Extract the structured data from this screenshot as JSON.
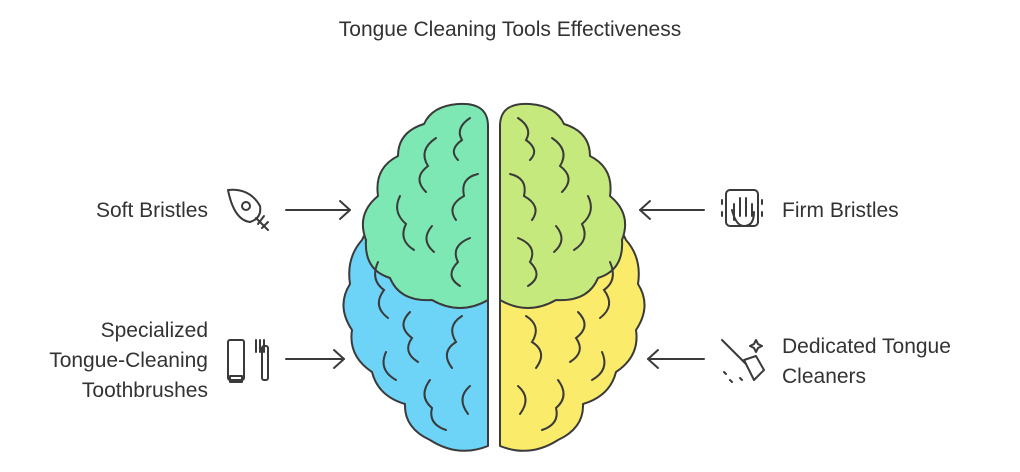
{
  "title": "Tongue Cleaning Tools Effectiveness",
  "items": [
    {
      "label": "Soft Bristles",
      "icon": "feather-icon",
      "quadrant": "top-left",
      "color": "#7EE8B4"
    },
    {
      "label": "Firm Bristles",
      "icon": "scrub-hand-icon",
      "quadrant": "top-right",
      "color": "#C5E97C"
    },
    {
      "label": "Specialized\nTongue-Cleaning\nToothbrushes",
      "icon": "toothpaste-toothbrush-icon",
      "quadrant": "bottom-left",
      "color": "#6DD3F7"
    },
    {
      "label": "Dedicated Tongue\nCleaners",
      "icon": "broom-icon",
      "quadrant": "bottom-right",
      "color": "#FBEB6B"
    }
  ],
  "colors": {
    "stroke": "#3a3a3a",
    "text": "#333333"
  }
}
